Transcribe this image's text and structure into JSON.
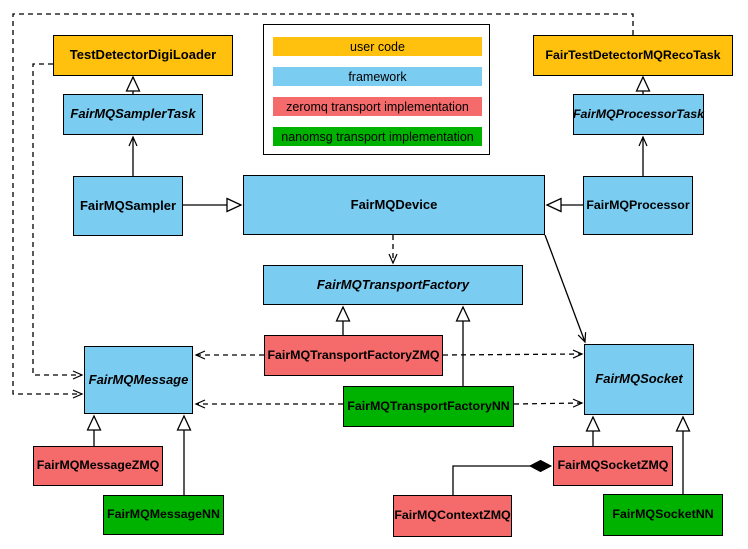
{
  "legend": {
    "items": [
      {
        "id": "user-code",
        "label": "user code",
        "color": "#FFC10D"
      },
      {
        "id": "framework",
        "label": "framework",
        "color": "#7ACCF1"
      },
      {
        "id": "zeromq",
        "label": "zeromq transport implementation",
        "color": "#F56A6A"
      },
      {
        "id": "nanomsg",
        "label": "nanomsg transport implementation",
        "color": "#00B200"
      }
    ]
  },
  "nodes": {
    "testDetectorDigiLoader": {
      "label": "TestDetectorDigiLoader",
      "category": "user code",
      "abstract": false
    },
    "fairTestDetectorMQRecoTask": {
      "label": "FairTestDetectorMQRecoTask",
      "category": "user code",
      "abstract": false
    },
    "fairMQSamplerTask": {
      "label": "FairMQSamplerTask",
      "category": "framework",
      "abstract": true
    },
    "fairMQProcessorTask": {
      "label": "FairMQProcessorTask",
      "category": "framework",
      "abstract": true
    },
    "fairMQSampler": {
      "label": "FairMQSampler",
      "category": "framework",
      "abstract": false
    },
    "fairMQDevice": {
      "label": "FairMQDevice",
      "category": "framework",
      "abstract": false
    },
    "fairMQProcessor": {
      "label": "FairMQProcessor",
      "category": "framework",
      "abstract": false
    },
    "fairMQTransportFactory": {
      "label": "FairMQTransportFactory",
      "category": "framework",
      "abstract": true
    },
    "fairMQTransportFactoryZMQ": {
      "label": "FairMQTransportFactoryZMQ",
      "category": "zeromq",
      "abstract": false
    },
    "fairMQTransportFactoryNN": {
      "label": "FairMQTransportFactoryNN",
      "category": "nanomsg",
      "abstract": false
    },
    "fairMQMessage": {
      "label": "FairMQMessage",
      "category": "framework",
      "abstract": true
    },
    "fairMQSocket": {
      "label": "FairMQSocket",
      "category": "framework",
      "abstract": true
    },
    "fairMQMessageZMQ": {
      "label": "FairMQMessageZMQ",
      "category": "zeromq",
      "abstract": false
    },
    "fairMQMessageNN": {
      "label": "FairMQMessageNN",
      "category": "nanomsg",
      "abstract": false
    },
    "fairMQSocketZMQ": {
      "label": "FairMQSocketZMQ",
      "category": "zeromq",
      "abstract": false
    },
    "fairMQSocketNN": {
      "label": "FairMQSocketNN",
      "category": "nanomsg",
      "abstract": false
    },
    "fairMQContextZMQ": {
      "label": "FairMQContextZMQ",
      "category": "zeromq",
      "abstract": false
    }
  },
  "relationships": [
    {
      "from": "FairMQSamplerTask",
      "to": "TestDetectorDigiLoader",
      "type": "inheritance"
    },
    {
      "from": "FairMQProcessorTask",
      "to": "FairTestDetectorMQRecoTask",
      "type": "inheritance"
    },
    {
      "from": "FairMQSampler",
      "to": "FairMQSamplerTask",
      "type": "association"
    },
    {
      "from": "FairMQProcessor",
      "to": "FairMQProcessorTask",
      "type": "association"
    },
    {
      "from": "FairMQSampler",
      "to": "FairMQDevice",
      "type": "inheritance"
    },
    {
      "from": "FairMQProcessor",
      "to": "FairMQDevice",
      "type": "inheritance"
    },
    {
      "from": "FairMQDevice",
      "to": "FairMQTransportFactory",
      "type": "dependency"
    },
    {
      "from": "FairMQDevice",
      "to": "FairMQSocket",
      "type": "association"
    },
    {
      "from": "FairMQTransportFactoryZMQ",
      "to": "FairMQTransportFactory",
      "type": "inheritance"
    },
    {
      "from": "FairMQTransportFactoryNN",
      "to": "FairMQTransportFactory",
      "type": "inheritance"
    },
    {
      "from": "FairMQTransportFactoryZMQ",
      "to": "FairMQMessage",
      "type": "dependency"
    },
    {
      "from": "FairMQTransportFactoryZMQ",
      "to": "FairMQSocket",
      "type": "dependency"
    },
    {
      "from": "FairMQTransportFactoryNN",
      "to": "FairMQMessage",
      "type": "dependency"
    },
    {
      "from": "FairMQTransportFactoryNN",
      "to": "FairMQSocket",
      "type": "dependency"
    },
    {
      "from": "TestDetectorDigiLoader",
      "to": "FairMQMessage",
      "type": "dependency"
    },
    {
      "from": "FairTestDetectorMQRecoTask",
      "to": "FairMQMessage",
      "type": "dependency"
    },
    {
      "from": "FairMQMessageZMQ",
      "to": "FairMQMessage",
      "type": "inheritance"
    },
    {
      "from": "FairMQMessageNN",
      "to": "FairMQMessage",
      "type": "inheritance"
    },
    {
      "from": "FairMQSocketZMQ",
      "to": "FairMQSocket",
      "type": "inheritance"
    },
    {
      "from": "FairMQSocketNN",
      "to": "FairMQSocket",
      "type": "inheritance"
    },
    {
      "from": "FairMQSocketZMQ",
      "to": "FairMQContextZMQ",
      "type": "composition"
    }
  ]
}
